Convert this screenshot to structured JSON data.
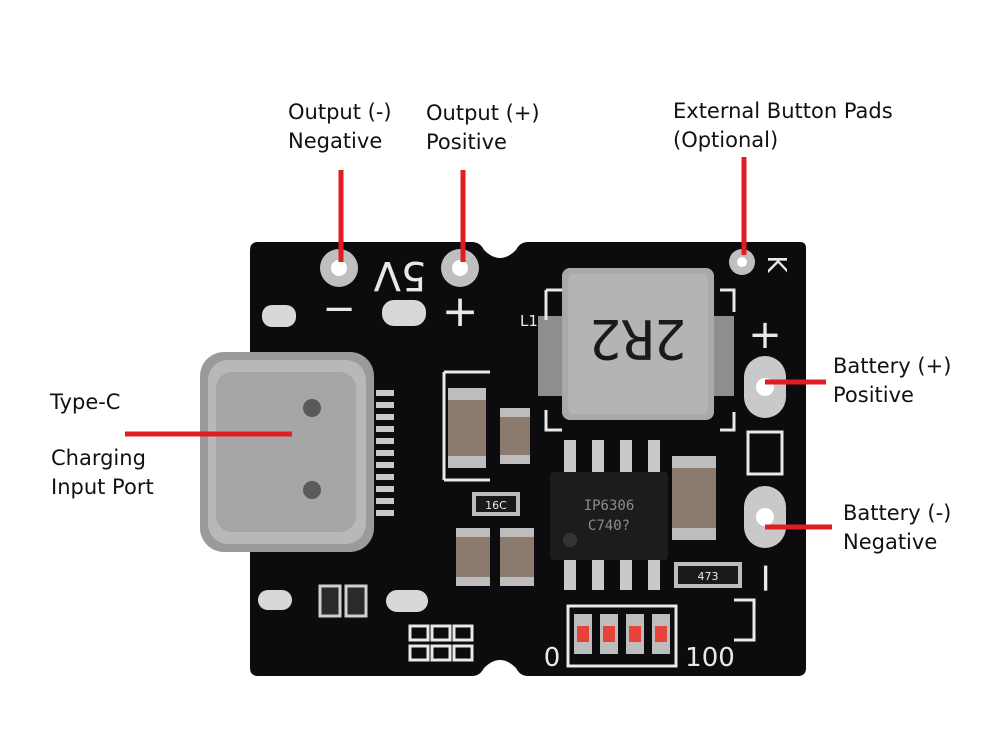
{
  "colors": {
    "pcb": "#0c0c0e",
    "silkscreen": "#e9e9e9",
    "pad": "#c9c9c9",
    "leader": "#e31b23",
    "text": "#111111"
  },
  "labels": {
    "output_negative": {
      "line1": "Output (-)",
      "line2": "Negative"
    },
    "output_positive": {
      "line1": "Output (+)",
      "line2": "Positive"
    },
    "external_button": {
      "line1": "External Button Pads",
      "line2": "(Optional)"
    },
    "type_c": "Type-C",
    "charging_port": {
      "line1": "Charging",
      "line2": "Input Port"
    },
    "battery_positive": {
      "line1": "Battery (+)",
      "line2": "Positive"
    },
    "battery_negative": {
      "line1": "Battery (-)",
      "line2": "Negative"
    }
  },
  "silkscreen": {
    "voltage": "5V",
    "minus": "−",
    "plus": "+",
    "bat_plus": "+",
    "bat_minus": "−",
    "inductor_ref": "L1",
    "inductor_value": "2R2",
    "ic_line1": "IP6306",
    "ic_line2": "C740?",
    "resistor_value": "16C",
    "resistor2_value": "473",
    "percent_start": "0",
    "percent_end": "100",
    "key_label": "K"
  }
}
